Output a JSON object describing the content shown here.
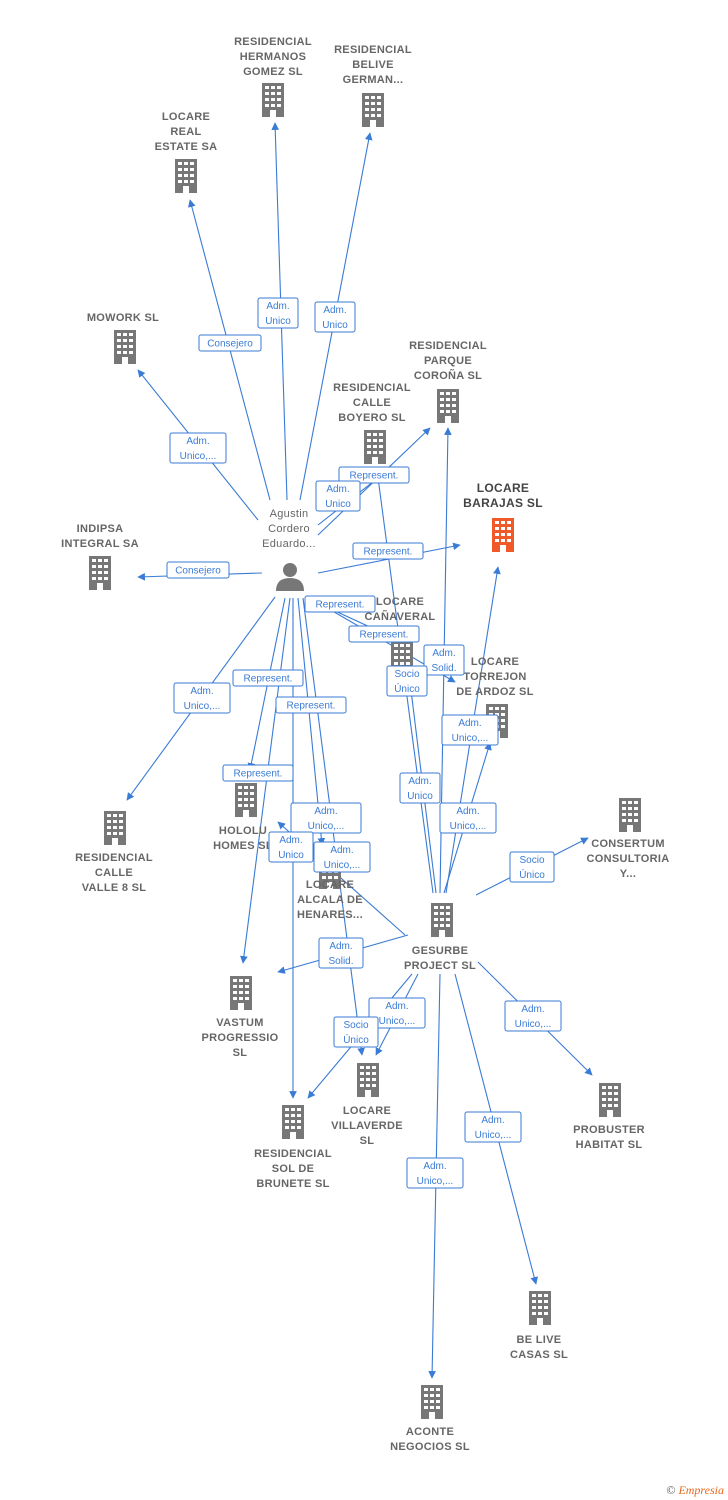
{
  "colors": {
    "edge": "#3a7bd5",
    "building": "#777777",
    "highlight": "#f05a28",
    "person": "#777777"
  },
  "person": {
    "id": "agustin",
    "label": [
      "Agustin",
      "Cordero",
      "Eduardo..."
    ],
    "icon": "person-icon"
  },
  "nodes": [
    {
      "id": "hermanos",
      "label": [
        "RESIDENCIAL",
        "HERMANOS",
        "GOMEZ  SL"
      ],
      "icon": "building-icon"
    },
    {
      "id": "belive",
      "label": [
        "RESIDENCIAL",
        "BELIVE",
        "GERMAN..."
      ],
      "icon": "building-icon"
    },
    {
      "id": "locare_real",
      "label": [
        "LOCARE",
        "REAL",
        "ESTATE SA"
      ],
      "icon": "building-icon"
    },
    {
      "id": "mowork",
      "label": [
        "MOWORK  SL"
      ],
      "icon": "building-icon"
    },
    {
      "id": "parque",
      "label": [
        "RESIDENCIAL",
        "PARQUE",
        "COROÑA  SL"
      ],
      "icon": "building-icon"
    },
    {
      "id": "boyero",
      "label": [
        "RESIDENCIAL",
        "CALLE",
        "BOYERO  SL"
      ],
      "icon": "building-icon"
    },
    {
      "id": "barajas",
      "label": [
        "LOCARE",
        "BARAJAS  SL"
      ],
      "icon": "building-icon",
      "highlight": true
    },
    {
      "id": "indipsa",
      "label": [
        "INDIPSA",
        "INTEGRAL SA"
      ],
      "icon": "building-icon"
    },
    {
      "id": "canaveral",
      "label": [
        "LOCARE",
        "CAÑAVERAL"
      ],
      "icon": "building-icon"
    },
    {
      "id": "torrejon",
      "label": [
        "LOCARE",
        "TORREJON",
        "DE ARDOZ  SL"
      ],
      "icon": "building-icon"
    },
    {
      "id": "valle8",
      "label": [
        "RESIDENCIAL",
        "CALLE",
        "VALLE 8  SL"
      ],
      "icon": "building-icon"
    },
    {
      "id": "hololu",
      "label": [
        "HOLOLU",
        "HOMES  SL"
      ],
      "icon": "building-icon"
    },
    {
      "id": "consertum",
      "label": [
        "CONSERTUM",
        "CONSULTORIA",
        "Y..."
      ],
      "icon": "building-icon"
    },
    {
      "id": "alcala",
      "label": [
        "LOCARE",
        "ALCALA DE",
        "HENARES..."
      ],
      "icon": "building-icon"
    },
    {
      "id": "gesurbe",
      "label": [
        "GESURBE",
        "PROJECT SL"
      ],
      "icon": "building-icon"
    },
    {
      "id": "vastum",
      "label": [
        "VASTUM",
        "PROGRESSIO",
        "SL"
      ],
      "icon": "building-icon"
    },
    {
      "id": "villaverde",
      "label": [
        "LOCARE",
        "VILLAVERDE",
        "SL"
      ],
      "icon": "building-icon"
    },
    {
      "id": "probuster",
      "label": [
        "PROBUSTER",
        "HABITAT  SL"
      ],
      "icon": "building-icon"
    },
    {
      "id": "brunete",
      "label": [
        "RESIDENCIAL",
        "SOL DE",
        "BRUNETE  SL"
      ],
      "icon": "building-icon"
    },
    {
      "id": "belive_casas",
      "label": [
        "BE LIVE",
        "CASAS  SL"
      ],
      "icon": "building-icon"
    },
    {
      "id": "aconte",
      "label": [
        "ACONTE",
        "NEGOCIOS  SL"
      ],
      "icon": "building-icon"
    }
  ],
  "edges": [
    {
      "from": "agustin",
      "to": "hermanos",
      "label": [
        "Adm.",
        "Unico"
      ]
    },
    {
      "from": "agustin",
      "to": "belive",
      "label": [
        "Adm.",
        "Unico"
      ]
    },
    {
      "from": "agustin",
      "to": "locare_real",
      "label": [
        "Consejero"
      ]
    },
    {
      "from": "agustin",
      "to": "mowork",
      "label": [
        "Adm.",
        "Unico,..."
      ]
    },
    {
      "from": "agustin",
      "to": "indipsa",
      "label": [
        "Consejero"
      ]
    },
    {
      "from": "agustin",
      "to": "boyero",
      "label": [
        "Represent."
      ]
    },
    {
      "from": "agustin",
      "to": "parque",
      "label": [
        "Adm.",
        "Unico"
      ]
    },
    {
      "from": "agustin",
      "to": "barajas",
      "label": [
        "Represent."
      ]
    },
    {
      "from": "agustin",
      "to": "canaveral",
      "label": [
        "Represent."
      ]
    },
    {
      "from": "agustin",
      "to": "torrejon",
      "label": [
        "Represent."
      ]
    },
    {
      "from": "agustin",
      "to": "valle8",
      "label": [
        "Adm.",
        "Unico,..."
      ]
    },
    {
      "from": "agustin",
      "to": "hololu",
      "label": [
        "Represent."
      ]
    },
    {
      "from": "agustin",
      "to": "vastum",
      "label": [
        "Represent."
      ]
    },
    {
      "from": "agustin",
      "to": "brunete",
      "label": [
        "Represent."
      ]
    },
    {
      "from": "agustin",
      "to": "alcala",
      "label": [
        "Adm.",
        "Unico,..."
      ]
    },
    {
      "from": "agustin",
      "to": "villaverde",
      "label": [
        "Adm.",
        "Unico,..."
      ]
    },
    {
      "from": "gesurbe",
      "to": "canaveral",
      "label": [
        "Adm.",
        "Solid."
      ]
    },
    {
      "from": "gesurbe",
      "to": "boyero",
      "label": [
        "Socio",
        "Único"
      ]
    },
    {
      "from": "gesurbe",
      "to": "parque",
      "label": [
        "Adm.",
        "Unico"
      ]
    },
    {
      "from": "gesurbe",
      "to": "torrejon",
      "label": [
        "Adm.",
        "Unico,..."
      ]
    },
    {
      "from": "gesurbe",
      "to": "barajas",
      "label": [
        "Adm.",
        "Unico,..."
      ]
    },
    {
      "from": "gesurbe",
      "to": "consertum",
      "label": [
        "Socio",
        "Único"
      ]
    },
    {
      "from": "gesurbe",
      "to": "hololu",
      "label": [
        "Adm.",
        "Unico"
      ]
    },
    {
      "from": "gesurbe",
      "to": "vastum",
      "label": [
        "Adm.",
        "Solid."
      ]
    },
    {
      "from": "gesurbe",
      "to": "villaverde",
      "label": [
        "Adm.",
        "Unico,..."
      ]
    },
    {
      "from": "gesurbe",
      "to": "brunete",
      "label": [
        "Socio",
        "Único"
      ]
    },
    {
      "from": "gesurbe",
      "to": "probuster",
      "label": [
        "Adm.",
        "Unico,..."
      ]
    },
    {
      "from": "gesurbe",
      "to": "belive_casas",
      "label": [
        "Adm.",
        "Unico,..."
      ]
    },
    {
      "from": "gesurbe",
      "to": "aconte",
      "label": [
        "Adm.",
        "Unico,..."
      ]
    }
  ],
  "footer": {
    "copyright": "©",
    "brand": "Empresia"
  }
}
